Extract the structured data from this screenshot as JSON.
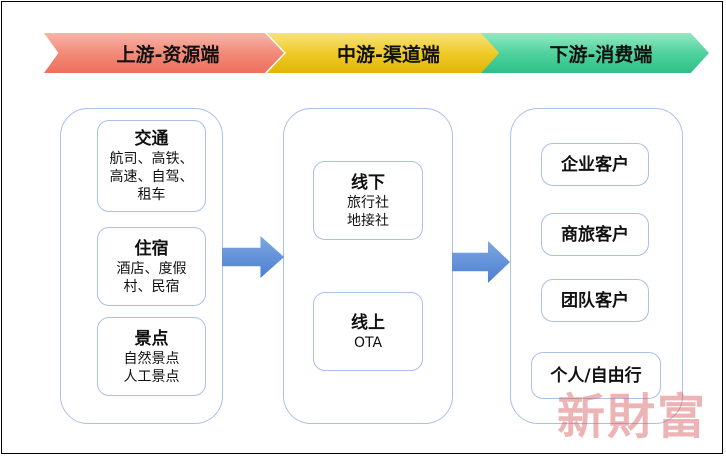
{
  "header": {
    "upstream": "上游-资源端",
    "midstream": "中游-渠道端",
    "downstream": "下游-消费端"
  },
  "upstream": {
    "traffic": {
      "title": "交通",
      "desc": "航司、高铁、\n高速、自驾、\n租车"
    },
    "lodging": {
      "title": "住宿",
      "desc": "酒店、度假\n村、民宿"
    },
    "scenic": {
      "title": "景点",
      "desc": "自然景点\n人工景点"
    }
  },
  "midstream": {
    "offline": {
      "title": "线下",
      "desc": "旅行社\n地接社"
    },
    "online": {
      "title": "线上",
      "desc": "OTA"
    }
  },
  "downstream": {
    "enterprise": "企业客户",
    "business": "商旅客户",
    "group": "团队客户",
    "individual": "个人/自由行"
  },
  "watermark": "新財富",
  "colors": {
    "upstream": "#f28b7a",
    "midstream": "#efcb29",
    "downstream": "#4fd29d",
    "border": "#a9c1e4",
    "arrow": "#4c7ed1"
  }
}
